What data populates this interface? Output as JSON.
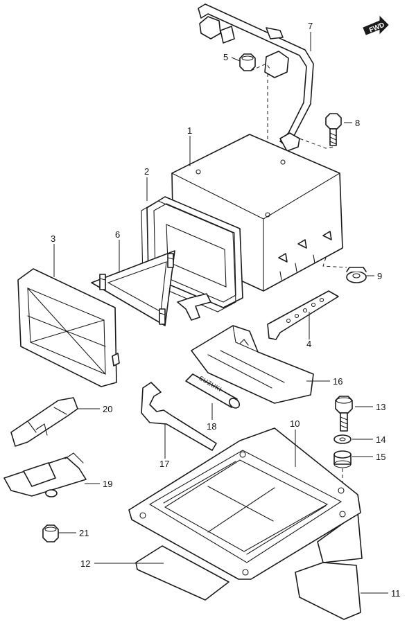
{
  "direction_badge": {
    "label": "FWD"
  },
  "tube_marking": "SUZUKI",
  "callouts": [
    {
      "id": "1",
      "label": "1"
    },
    {
      "id": "2",
      "label": "2"
    },
    {
      "id": "3",
      "label": "3"
    },
    {
      "id": "4",
      "label": "4"
    },
    {
      "id": "5",
      "label": "5"
    },
    {
      "id": "6",
      "label": "6"
    },
    {
      "id": "7",
      "label": "7"
    },
    {
      "id": "8",
      "label": "8"
    },
    {
      "id": "9",
      "label": "9"
    },
    {
      "id": "10",
      "label": "10"
    },
    {
      "id": "11",
      "label": "11"
    },
    {
      "id": "12",
      "label": "12"
    },
    {
      "id": "13",
      "label": "13"
    },
    {
      "id": "14",
      "label": "14"
    },
    {
      "id": "15",
      "label": "15"
    },
    {
      "id": "16",
      "label": "16"
    },
    {
      "id": "17",
      "label": "17"
    },
    {
      "id": "18",
      "label": "18"
    },
    {
      "id": "19",
      "label": "19"
    },
    {
      "id": "20",
      "label": "20"
    },
    {
      "id": "21",
      "label": "21"
    }
  ]
}
